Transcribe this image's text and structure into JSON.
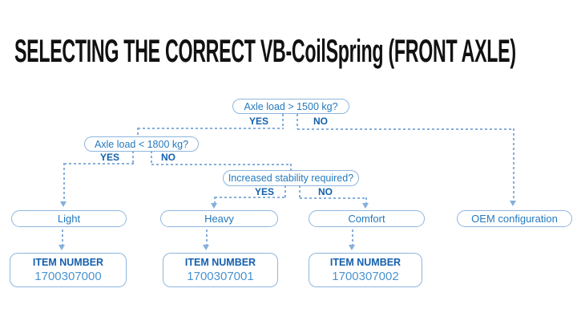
{
  "title": "SELECTING THE CORRECT VB-CoilSpring (FRONT AXLE)",
  "colors": {
    "line": "#86afda",
    "pill_border": "#8fb6de",
    "text_blue": "#2579bd",
    "dark_blue": "#135fae",
    "number_blue": "#4b93cf",
    "title_color": "#111111"
  },
  "flowchart": {
    "decisions": [
      {
        "question": "Axle load > 1500 kg?",
        "yes": "YES",
        "no": "NO"
      },
      {
        "question": "Axle load < 1800 kg?",
        "yes": "YES",
        "no": "NO"
      },
      {
        "question": "Increased stability required?",
        "yes": "YES",
        "no": "NO"
      }
    ],
    "outcomes": [
      {
        "label": "Light"
      },
      {
        "label": "Heavy"
      },
      {
        "label": "Comfort"
      },
      {
        "label": "OEM configuration"
      }
    ],
    "item_boxes": [
      {
        "label": "ITEM NUMBER",
        "number": "1700307000"
      },
      {
        "label": "ITEM NUMBER",
        "number": "1700307001"
      },
      {
        "label": "ITEM NUMBER",
        "number": "1700307002"
      }
    ]
  }
}
